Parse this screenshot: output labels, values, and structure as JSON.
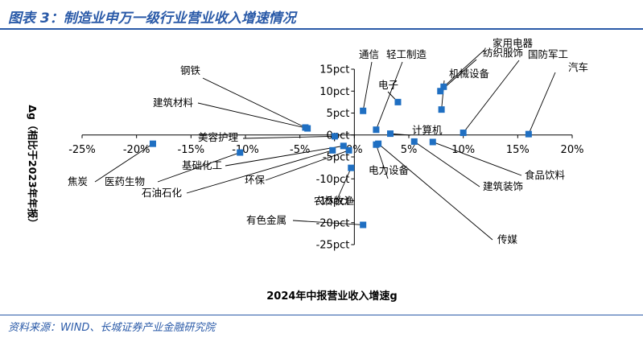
{
  "header": {
    "title": "图表 3：制造业申万一级行业营业收入增速情况"
  },
  "footer": {
    "source": "资料来源：WIND、长城证券产业金融研究院"
  },
  "chart_data": {
    "type": "scatter",
    "title": "",
    "xlabel": "2024年中报营业收入增速g",
    "ylabel": "Δg（相比于2023年年报）",
    "xlim": [
      -25,
      20
    ],
    "ylim": [
      -25,
      15
    ],
    "x_ticks": [
      {
        "v": -25,
        "label": "-25%"
      },
      {
        "v": -20,
        "label": "-20%"
      },
      {
        "v": -15,
        "label": "-15%"
      },
      {
        "v": -10,
        "label": "-10%"
      },
      {
        "v": -5,
        "label": "-5%"
      },
      {
        "v": 0,
        "label": "0%"
      },
      {
        "v": 5,
        "label": "5%"
      },
      {
        "v": 10,
        "label": "10%"
      },
      {
        "v": 15,
        "label": "15%"
      },
      {
        "v": 20,
        "label": "20%"
      }
    ],
    "y_ticks": [
      {
        "v": 15,
        "label": "15pct"
      },
      {
        "v": 10,
        "label": "10pct"
      },
      {
        "v": 5,
        "label": "5pct"
      },
      {
        "v": 0,
        "label": "0pct"
      },
      {
        "v": -5,
        "label": "-5pct"
      },
      {
        "v": -10,
        "label": "-10pct"
      },
      {
        "v": -15,
        "label": "-15pct"
      },
      {
        "v": -20,
        "label": "-20pct"
      },
      {
        "v": -25,
        "label": "-25pct"
      }
    ],
    "grid": false,
    "marker_color": "#1f6fc2",
    "points": [
      {
        "name": "汽车",
        "x": 16.0,
        "y": 0.2
      },
      {
        "name": "国防军工",
        "x": 10.0,
        "y": 0.5
      },
      {
        "name": "家用电器",
        "x": 8.2,
        "y": 11.0
      },
      {
        "name": "纺织服饰",
        "x": 7.9,
        "y": 10.0
      },
      {
        "name": "机械设备",
        "x": 8.0,
        "y": 5.8
      },
      {
        "name": "电子",
        "x": 4.0,
        "y": 7.5
      },
      {
        "name": "通信",
        "x": 0.8,
        "y": 5.5
      },
      {
        "name": "轻工制造",
        "x": 2.0,
        "y": 1.2
      },
      {
        "name": "计算机",
        "x": 3.3,
        "y": 0.3
      },
      {
        "name": "食品饮料",
        "x": 7.2,
        "y": -1.6
      },
      {
        "name": "建筑装饰",
        "x": 5.5,
        "y": -1.5
      },
      {
        "name": "传媒",
        "x": 2.2,
        "y": -2.0
      },
      {
        "name": "钢铁",
        "x": -4.5,
        "y": 1.7
      },
      {
        "name": "建筑材料",
        "x": -4.3,
        "y": 1.5
      },
      {
        "name": "美容护理",
        "x": -1.8,
        "y": -0.3
      },
      {
        "name": "基础化工",
        "x": -1.0,
        "y": -2.5
      },
      {
        "name": "焦炭",
        "x": -18.5,
        "y": -2.0
      },
      {
        "name": "医药生物",
        "x": -10.5,
        "y": -4.0
      },
      {
        "name": "石油石化",
        "x": -2.0,
        "y": -3.5
      },
      {
        "name": "环保",
        "x": -0.5,
        "y": -3.5
      },
      {
        "name": "电力设备",
        "x": 2.0,
        "y": -2.2
      },
      {
        "name": "农林牧渔",
        "x": -0.3,
        "y": -7.5
      },
      {
        "name": "有色金属",
        "x": 0.8,
        "y": -20.5
      }
    ]
  }
}
